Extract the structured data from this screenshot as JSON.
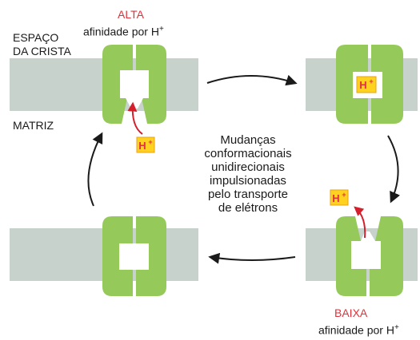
{
  "labels": {
    "space": "ESPAÇO",
    "crista": "DA CRISTA",
    "matrix": "MATRIZ",
    "alta": "ALTA",
    "alta_affinity": "afinidade por H",
    "baixa": "BAIXA",
    "baixa_affinity": "afinidade por H",
    "superscript_plus": "+",
    "proton": "H",
    "center_lines": [
      "Mudanças",
      "conformacionais",
      "unidirecionais",
      "impulsionadas",
      "pelo transporte",
      "de elétrons"
    ]
  },
  "colors": {
    "membrane": "#c8d2cc",
    "protein": "#95c95a",
    "protein_dark": "#7fb048",
    "proton_box": "#ffd21f",
    "proton_border": "#e8a317",
    "proton_text": "#e0323c",
    "arrow": "#1a1a1a",
    "red_arrow": "#d4202c"
  }
}
